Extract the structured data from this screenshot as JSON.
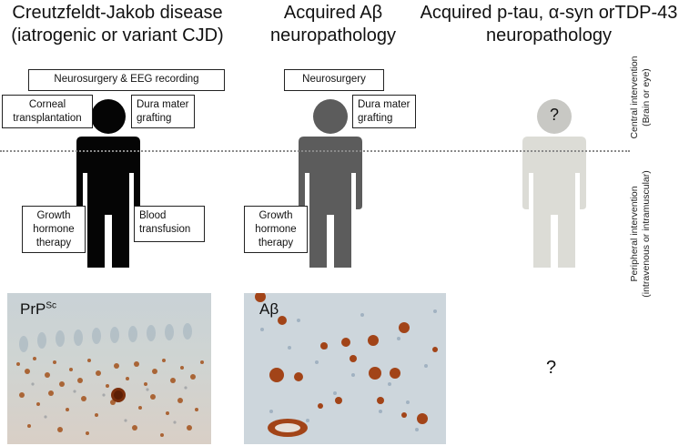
{
  "columns": [
    {
      "title_line1": "Creutzfeldt-Jakob disease",
      "title_line2": "(iatrogenic or variant CJD)"
    },
    {
      "title_line1": "Acquired Aβ",
      "title_line2": "neuropathology"
    },
    {
      "title_line1": "Acquired p-tau, α-syn orTDP-43",
      "title_line2": "neuropathology"
    }
  ],
  "boxes": {
    "cjd_neurosurgery_eeg": "Neurosurgery & EEG recording",
    "cjd_corneal_1": "Corneal",
    "cjd_corneal_2": "transplantation",
    "cjd_dura_1": "Dura mater",
    "cjd_dura_2": "grafting",
    "cjd_growth_1": "Growth",
    "cjd_growth_2": "hormone",
    "cjd_growth_3": "therapy",
    "cjd_blood_1": "Blood",
    "cjd_blood_2": "transfusion",
    "ab_neurosurgery": "Neurosurgery",
    "ab_dura_1": "Dura mater",
    "ab_dura_2": "grafting",
    "ab_growth_1": "Growth",
    "ab_growth_2": "hormone",
    "ab_growth_3": "therapy"
  },
  "side_labels": {
    "central_1": "Central intervention",
    "central_2": "(Brain or eye)",
    "peripheral_1": "Peripheral intervention",
    "peripheral_2": "(intravenous or intramuscular)"
  },
  "micrographs": {
    "prp_label": "PrP",
    "prp_sup": "Sc",
    "ab_label": "Aβ"
  },
  "unknown_figure_mark": "?",
  "unknown_micro_mark": "?",
  "colors": {
    "figure_cjd": "#050505",
    "figure_ab": "#5c5c5c",
    "figure_unknown": "#dcdcd6",
    "unknown_head": "#c8c8c4",
    "divider": "#8a8a8a"
  }
}
